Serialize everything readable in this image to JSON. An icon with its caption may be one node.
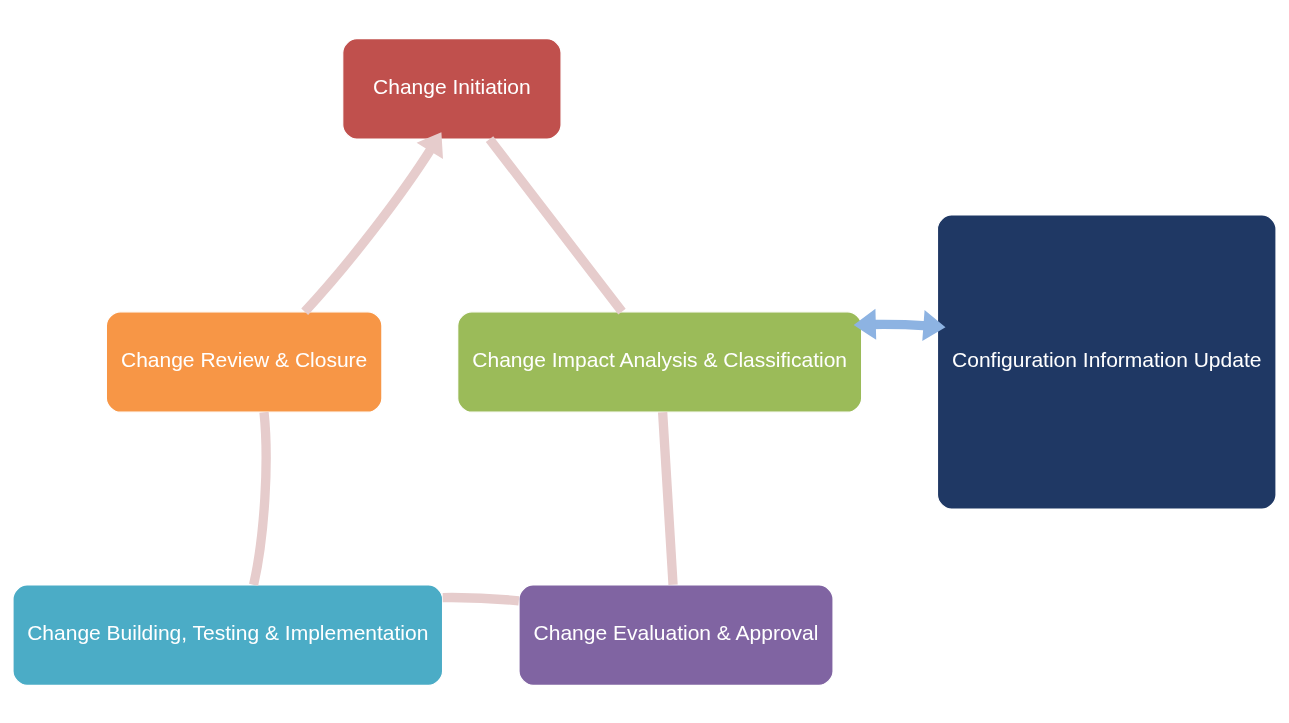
{
  "diagram": {
    "nodes": [
      {
        "text": [
          "Change Initiation"
        ]
      },
      {
        "text": [
          "Change Impact Analysis & Classification"
        ]
      },
      {
        "text": [
          "Change Evaluation & Approval"
        ]
      },
      {
        "text": [
          "Change Building, Testing & Implementation"
        ]
      },
      {
        "text": [
          "Change Review & Closure"
        ]
      },
      {
        "text": [
          "Configuration Information Update"
        ]
      }
    ],
    "edges": [
      {
        "from": 0,
        "to": 1,
        "arrow": "none",
        "color": "#e6cccc"
      },
      {
        "from": 1,
        "to": 2,
        "arrow": "none",
        "color": "#e6cccc"
      },
      {
        "from": 2,
        "to": 3,
        "arrow": "none",
        "color": "#e6cccc"
      },
      {
        "from": 3,
        "to": 4,
        "arrow": "none",
        "color": "#e6cccc"
      },
      {
        "from": 4,
        "to": 0,
        "arrow": "to",
        "color": "#e6cccc"
      },
      {
        "from": 1,
        "to": 5,
        "arrow": "both",
        "color": "#8db3e2"
      }
    ]
  }
}
